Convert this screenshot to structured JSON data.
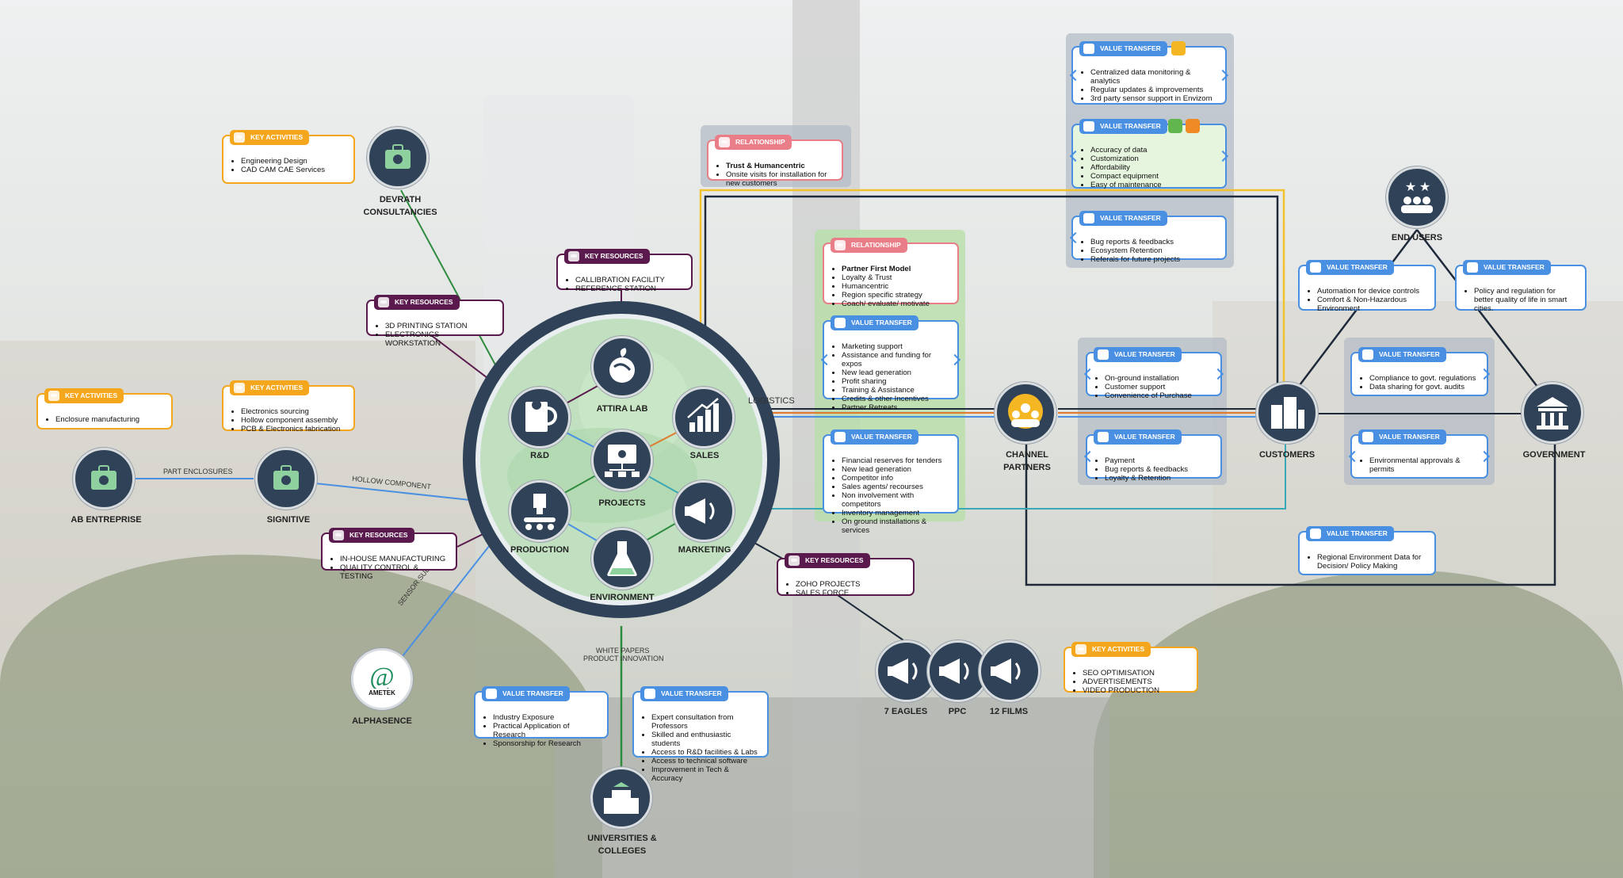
{
  "nodes": {
    "devrath_l1": "DEVRATH",
    "devrath_l2": "CONSULTANCIES",
    "ab_entreprise": "AB ENTREPRISE",
    "signitive": "SIGNITIVE",
    "alphasence": "ALPHASENCE",
    "attira_lab": "ATTIRA LAB",
    "rnd": "R&D",
    "sales": "SALES",
    "projects": "PROJECTS",
    "production": "PRODUCTION",
    "marketing": "MARKETING",
    "environment": "ENVIRONMENT",
    "channel_partners_l1": "CHANNEL",
    "channel_partners_l2": "PARTNERS",
    "customers": "CUSTOMERS",
    "end_users": "END USERS",
    "government": "GOVERNMENT",
    "eagles": "7 EAGLES",
    "ppc": "PPC",
    "films": "12 FILMS",
    "universities_l1": "UNIVERSITIES &",
    "universities_l2": "COLLEGES"
  },
  "edges": {
    "part_enclosures": "PART ENCLOSURES",
    "hollow_component": "HOLLOW COMPONENT",
    "sensor_subscription": "SENSOR SUBSCRIPTION",
    "logistics": "LOGISTICS",
    "white_papers": "WHITE PAPERS",
    "product_innovation": "PRODUCT INNOVATION"
  },
  "cards": {
    "devrath_ka": {
      "tag": "KEY ACTIVITIES",
      "items": [
        "Engineering Design",
        "CAD CAM CAE Services"
      ]
    },
    "kr_3d": {
      "tag": "KEY RESOURCES",
      "items": [
        "3D PRINTING STATION",
        "ELECTRONICS WORKSTATION"
      ]
    },
    "enclosure_ka": {
      "tag": "KEY ACTIVITIES",
      "items": [
        "Enclosure manufacturing"
      ]
    },
    "electronics_ka": {
      "tag": "KEY ACTIVITIES",
      "items": [
        "Electronics sourcing",
        "Hollow component assembly",
        "PCB & Electronics fabrication"
      ]
    },
    "kr_inhouse": {
      "tag": "KEY RESOURCES",
      "items": [
        "IN-HOUSE MANUFACTURING",
        "QUALITY CONTROL & TESTING"
      ]
    },
    "kr_calibration": {
      "tag": "KEY RESOURCES",
      "items": [
        "CALLIBRATION FACILITY",
        "REFERENCE STATION"
      ]
    },
    "vt_industry": {
      "tag": "VALUE TRANSFER",
      "items": [
        "Industry Exposure",
        "Practical Application of Research",
        "Sponsorship for Research"
      ]
    },
    "vt_consult": {
      "tag": "VALUE TRANSFER",
      "items": [
        "Expert consultation from Professors",
        "Skilled and enthusiastic students",
        "Access to R&D facilities & Labs",
        "Access to technical software",
        "Improvement in Tech & Accuracy"
      ]
    },
    "rel_trust": {
      "tag": "RELATIONSHIP",
      "items": [
        "Trust & Humancentric",
        "Onsite visits for installation for new customers"
      ]
    },
    "rel_partner": {
      "tag": "RELATIONSHIP",
      "items": [
        "Partner First Model",
        "Loyalty & Trust",
        "Humancentric",
        "Region specific strategy",
        "Coach/ evaluate/ motivate"
      ]
    },
    "vt_marketing": {
      "tag": "VALUE TRANSFER",
      "items": [
        "Marketing support",
        "Assistance and funding for expos",
        "New lead generation",
        "Profit sharing",
        "Training & Assistance",
        "Credits & other Incentives",
        "Partner Retreats"
      ]
    },
    "vt_financial": {
      "tag": "VALUE TRANSFER",
      "items": [
        "Financial reserves for tenders",
        "New lead generation",
        "Competitor info",
        "Sales agents/ recourses",
        "Non involvement with competitors",
        "Inventory management",
        "On ground installations & services"
      ]
    },
    "kr_zoho": {
      "tag": "KEY RESOURCES",
      "items": [
        "ZOHO PROJECTS",
        "SALES FORCE"
      ]
    },
    "seo_ka": {
      "tag": "KEY ACTIVITIES",
      "items": [
        "SEO OPTIMISATION",
        "ADVERTISEMENTS",
        "VIDEO PRODUCTION"
      ]
    },
    "vt_central": {
      "tag": "VALUE TRANSFER",
      "items": [
        "Centralized data monitoring & analytics",
        "Regular updates & improvements",
        "3rd party sensor support in Envizom"
      ]
    },
    "vt_accuracy": {
      "tag": "VALUE TRANSFER",
      "items": [
        "Accuracy of data",
        "Customization",
        "Affordability",
        "Compact equipment",
        "Easy of maintenance"
      ]
    },
    "vt_bug": {
      "tag": "VALUE TRANSFER",
      "items": [
        "Bug reports & feedbacks",
        "Ecosystem Retention",
        "Referals for future projects"
      ]
    },
    "vt_install": {
      "tag": "VALUE TRANSFER",
      "items": [
        "On-ground installation",
        "Customer support",
        "Convenience of Purchase"
      ]
    },
    "vt_payment": {
      "tag": "VALUE TRANSFER",
      "items": [
        "Payment",
        "Bug reports & feedbacks",
        "Loyalty & Retention"
      ]
    },
    "vt_automation": {
      "tag": "VALUE TRANSFER",
      "items": [
        "Automation for device controls",
        "Comfort & Non-Hazardous Environment"
      ]
    },
    "vt_policy": {
      "tag": "VALUE TRANSFER",
      "items": [
        "Policy and regulation for better quality of life in smart cities."
      ]
    },
    "vt_compliance": {
      "tag": "VALUE TRANSFER",
      "items": [
        "Compliance to govt. regulations",
        "Data sharing for govt. audits"
      ]
    },
    "vt_env": {
      "tag": "VALUE TRANSFER",
      "items": [
        "Environmental approvals & permits"
      ]
    },
    "vt_regional": {
      "tag": "VALUE TRANSFER",
      "items": [
        "Regional Environment Data for Decision/ Policy Making"
      ]
    }
  },
  "colors": {
    "key_activities": "#f4a71d",
    "key_resources": "#5b1a4d",
    "value_transfer": "#4a90e2",
    "relationship": "#ea7e88",
    "node_fill": "#2f4257",
    "hub_green": "#b9ddb7"
  }
}
